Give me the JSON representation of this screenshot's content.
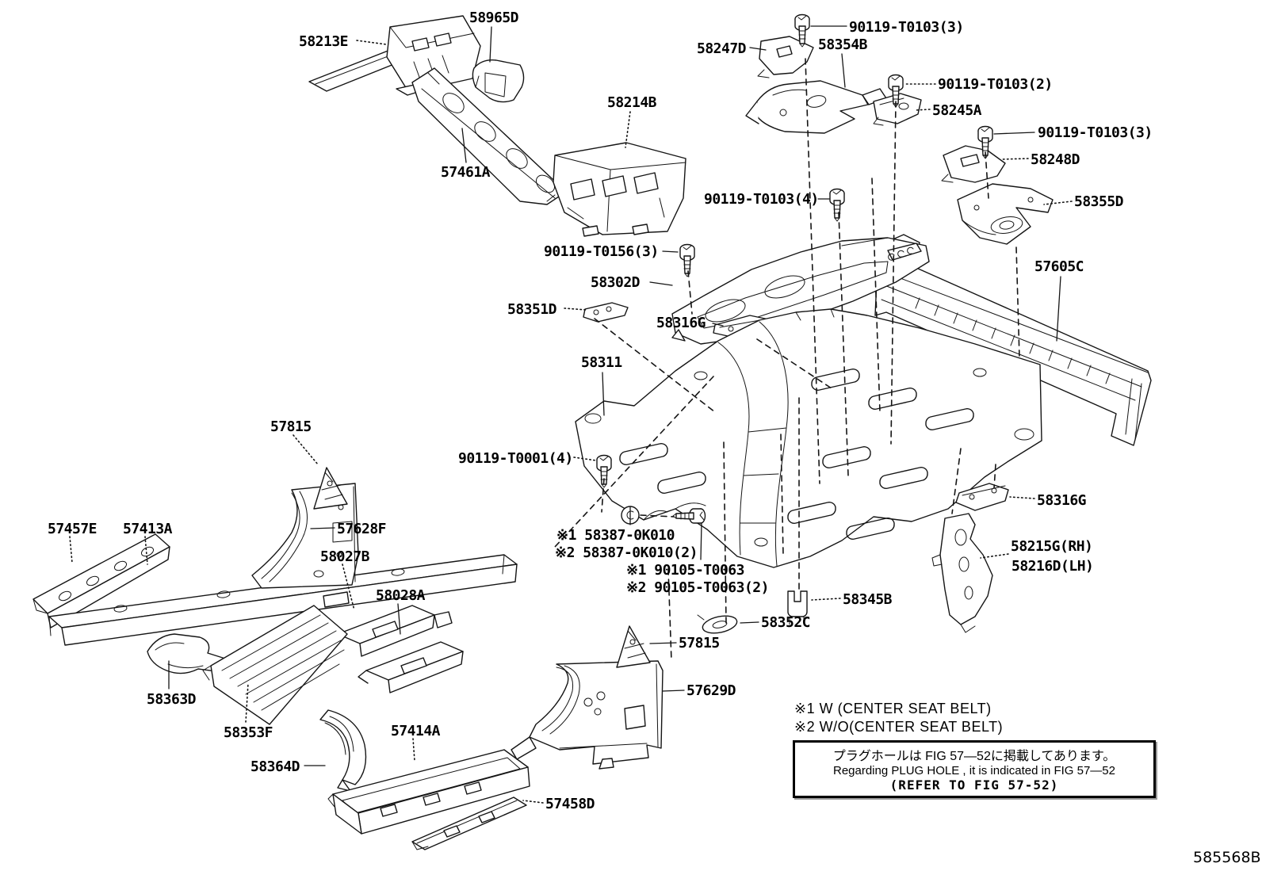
{
  "diagram": {
    "drawing_number": "585568B",
    "callouts": [
      {
        "id": "p58213e",
        "text": "58213E"
      },
      {
        "id": "p58965d",
        "text": "58965D"
      },
      {
        "id": "p58214b",
        "text": "58214B"
      },
      {
        "id": "p57461a",
        "text": "57461A"
      },
      {
        "id": "p58247d",
        "text": "58247D"
      },
      {
        "id": "b0103a",
        "text": "90119-T0103(3)"
      },
      {
        "id": "p58354b",
        "text": "58354B"
      },
      {
        "id": "b0103b",
        "text": "90119-T0103(2)"
      },
      {
        "id": "p58245a",
        "text": "58245A"
      },
      {
        "id": "b0103c",
        "text": "90119-T0103(3)"
      },
      {
        "id": "p58248d",
        "text": "58248D"
      },
      {
        "id": "p58355d",
        "text": "58355D"
      },
      {
        "id": "p57605c",
        "text": "57605C"
      },
      {
        "id": "b0103d",
        "text": "90119-T0103(4)"
      },
      {
        "id": "b0156",
        "text": "90119-T0156(3)"
      },
      {
        "id": "p58302d",
        "text": "58302D"
      },
      {
        "id": "p58351d",
        "text": "58351D"
      },
      {
        "id": "p58316ga",
        "text": "58316G"
      },
      {
        "id": "p58311",
        "text": "58311"
      },
      {
        "id": "b0001",
        "text": "90119-T0001(4)"
      },
      {
        "id": "p57815a",
        "text": "57815"
      },
      {
        "id": "p57628f",
        "text": "57628F"
      },
      {
        "id": "p57457e",
        "text": "57457E"
      },
      {
        "id": "p57413a",
        "text": "57413A"
      },
      {
        "id": "p58027b",
        "text": "58027B"
      },
      {
        "id": "p58028a",
        "text": "58028A"
      },
      {
        "id": "p58363d",
        "text": "58363D"
      },
      {
        "id": "p58353f",
        "text": "58353F"
      },
      {
        "id": "p58364d",
        "text": "58364D"
      },
      {
        "id": "p57414a",
        "text": "57414A"
      },
      {
        "id": "p57458d",
        "text": "57458D"
      },
      {
        "id": "n58387a",
        "text": "※1 58387-0K010"
      },
      {
        "id": "n58387b",
        "text": "※2 58387-0K010(2)"
      },
      {
        "id": "n90105a",
        "text": "※1 90105-T0063"
      },
      {
        "id": "n90105b",
        "text": "※2 90105-T0063(2)"
      },
      {
        "id": "p58345b",
        "text": "58345B"
      },
      {
        "id": "p58352c",
        "text": "58352C"
      },
      {
        "id": "p57815b",
        "text": "57815"
      },
      {
        "id": "p57629d",
        "text": "57629D"
      },
      {
        "id": "p58316gb",
        "text": "58316G"
      },
      {
        "id": "p58215g",
        "text": "58215G(RH)"
      },
      {
        "id": "p58216d",
        "text": "58216D(LH)"
      }
    ],
    "footnotes": [
      "※1 W (CENTER SEAT BELT)",
      "※2 W/O(CENTER SEAT BELT)"
    ],
    "info_box": {
      "line_jp": "プラグホールは FIG 57—52に掲載してあります。",
      "line_en": "Regarding PLUG HOLE , it is indicated in FIG 57—52",
      "line_ref": "(REFER TO FIG 57-52)"
    },
    "colors": {
      "line": "#151515",
      "background": "#ffffff"
    }
  }
}
